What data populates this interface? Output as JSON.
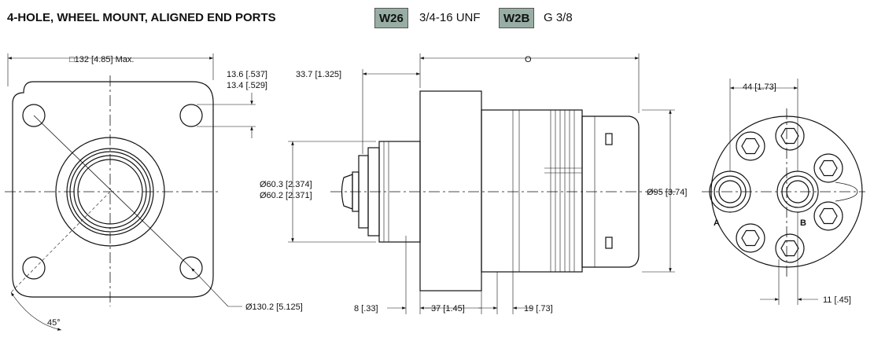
{
  "title": "4-HOLE, WHEEL MOUNT, ALIGNED END PORTS",
  "port_options": [
    {
      "code": "W26",
      "thread": "3/4-16 UNF"
    },
    {
      "code": "W2B",
      "thread": "G 3/8"
    }
  ],
  "front_view": {
    "width_dim": "□132 [4.85] Max.",
    "slot_dim_upper": "13.6 [.537]",
    "slot_dim_lower": "13.4 [.529]",
    "bolt_circle_dim": "Ø130.2 [5.125]",
    "angle": "45°"
  },
  "side_view": {
    "pilot_offset": "33.7 [1.325]",
    "overall_length": "O",
    "pilot_dia_upper": "Ø60.3 [2.374]",
    "pilot_dia_lower": "Ø60.2 [2.371]",
    "body_dia": "Ø95 [3.74]",
    "flange_thickness": "8 [.33]",
    "hub_length": "37 [1.45]",
    "step_length": "19 [.73]"
  },
  "end_view": {
    "port_spacing": "44 [1.73]",
    "port_offset": "11 [.45]",
    "port_a": "A",
    "port_b": "B"
  }
}
